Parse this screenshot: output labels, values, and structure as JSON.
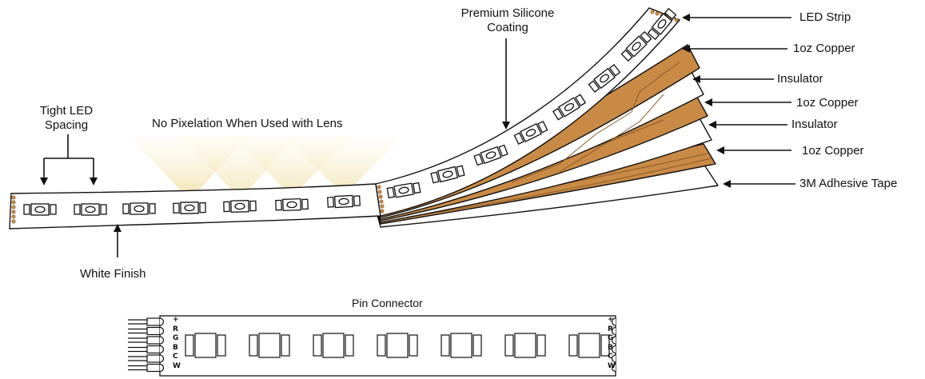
{
  "labels": {
    "tight_led": "Tight LED\nSpacing",
    "no_pixelation": "No Pixelation When Used with Lens",
    "premium_coating": "Premium Silicone\nCoating",
    "white_finish": "White Finish"
  },
  "layers": [
    {
      "label": "LED Strip"
    },
    {
      "label": "1oz Copper"
    },
    {
      "label": "Insulator"
    },
    {
      "label": "1oz Copper"
    },
    {
      "label": "Insulator"
    },
    {
      "label": "1oz Copper"
    },
    {
      "label": "3M Adhesive Tape"
    }
  ],
  "pin_connector": {
    "title": "Pin Connector",
    "pins": [
      "+",
      "R",
      "G",
      "B",
      "C",
      "W"
    ]
  },
  "colors": {
    "copper": "#c98a45",
    "copper_dark": "#8a5a28",
    "outline": "#111111",
    "lens_glow": "#f3e7b8"
  }
}
